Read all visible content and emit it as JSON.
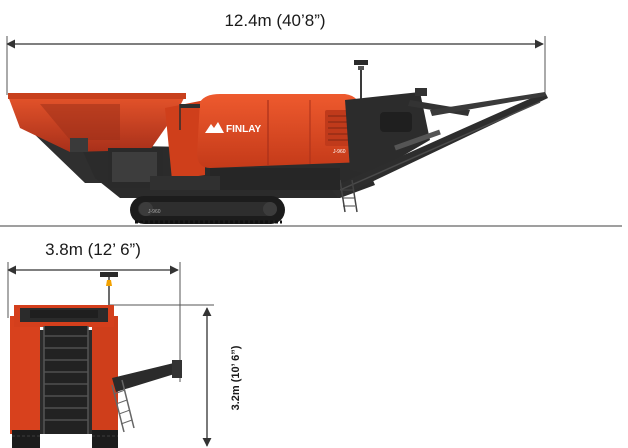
{
  "dimensions": {
    "length": "12.4m (40’8”)",
    "width": "3.8m (12’ 6”)",
    "height": "3.2m (10’ 6”)"
  },
  "machine": {
    "brand": "FINLAY",
    "model": "J-960"
  },
  "colors": {
    "body_orange": "#e0451f",
    "dark_orange": "#b3341a",
    "frame_dark": "#2b2b2b",
    "track_black": "#1c1c1c",
    "line_grey": "#555555"
  }
}
